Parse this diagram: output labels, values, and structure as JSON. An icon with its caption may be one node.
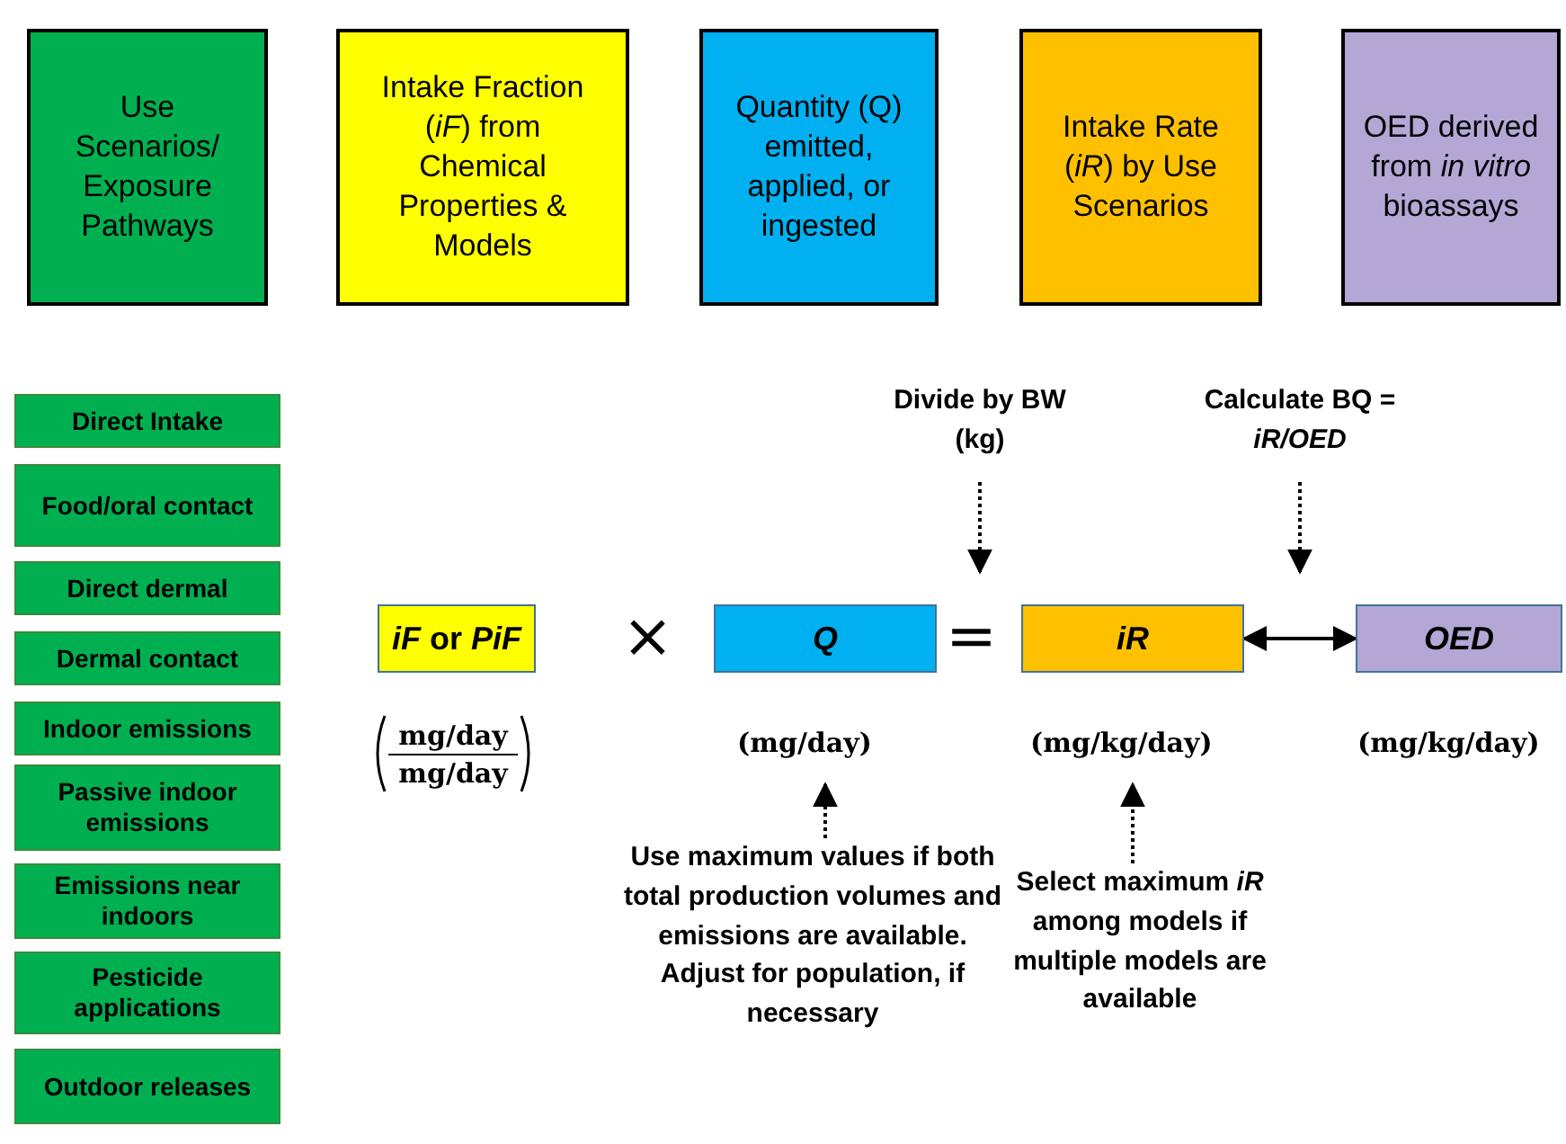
{
  "diagram": {
    "nodes": [
      {
        "text": [
          "Use Scenarios/ Exposure Pathways"
        ]
      },
      {
        "text": [
          "Intake Fraction (*iF*) from Chemical Properties & Models"
        ]
      },
      {
        "text": [
          "Quantity (Q) emitted, applied, or ingested"
        ]
      },
      {
        "text": [
          "Intake Rate (*iR*) by Use Scenarios"
        ]
      },
      {
        "text": [
          "OED derived from *in vitro* bioassays"
        ]
      },
      {
        "text": [
          "Direct Intake"
        ]
      },
      {
        "text": [
          "Food/oral contact"
        ]
      },
      {
        "text": [
          "Direct dermal"
        ]
      },
      {
        "text": [
          "Dermal contact"
        ]
      },
      {
        "text": [
          "Indoor emissions"
        ]
      },
      {
        "text": [
          "Passive indoor emissions"
        ]
      },
      {
        "text": [
          "Emissions near indoors"
        ]
      },
      {
        "text": [
          "Pesticide applications"
        ]
      },
      {
        "text": [
          "Outdoor releases"
        ]
      },
      {
        "text": [
          "*iF* or *PiF*"
        ],
        "beside": [
          "mg/day",
          "mg/day"
        ]
      },
      {
        "text": [
          "Q"
        ],
        "beside": [
          "(mg/day)"
        ]
      },
      {
        "text": [
          "iR"
        ],
        "beside": [
          "(mg/kg/day)"
        ]
      },
      {
        "text": [
          "OED"
        ],
        "beside": [
          "(mg/kg/day)"
        ]
      },
      {
        "text": [
          "Divide by BW (kg)"
        ]
      },
      {
        "text": [
          "Calculate BQ = *iR/OED*"
        ]
      },
      {
        "text": [
          "Use maximum values if both total production volumes and emissions are available. Adjust for population, if necessary"
        ]
      },
      {
        "text": [
          "Select maximum *iR* among models if multiple models are available"
        ]
      }
    ],
    "edges": [
      {
        "from": 18,
        "to": null,
        "arrow": "to",
        "style": "dashed"
      },
      {
        "from": 19,
        "to": null,
        "arrow": "to",
        "style": "dashed"
      },
      {
        "from": 20,
        "to": 15,
        "arrow": "to",
        "style": "dashed"
      },
      {
        "from": 21,
        "to": 16,
        "arrow": "to",
        "style": "dashed"
      },
      {
        "from": 16,
        "to": 17,
        "arrow": "both"
      }
    ],
    "labels": [
      "×",
      "="
    ]
  }
}
